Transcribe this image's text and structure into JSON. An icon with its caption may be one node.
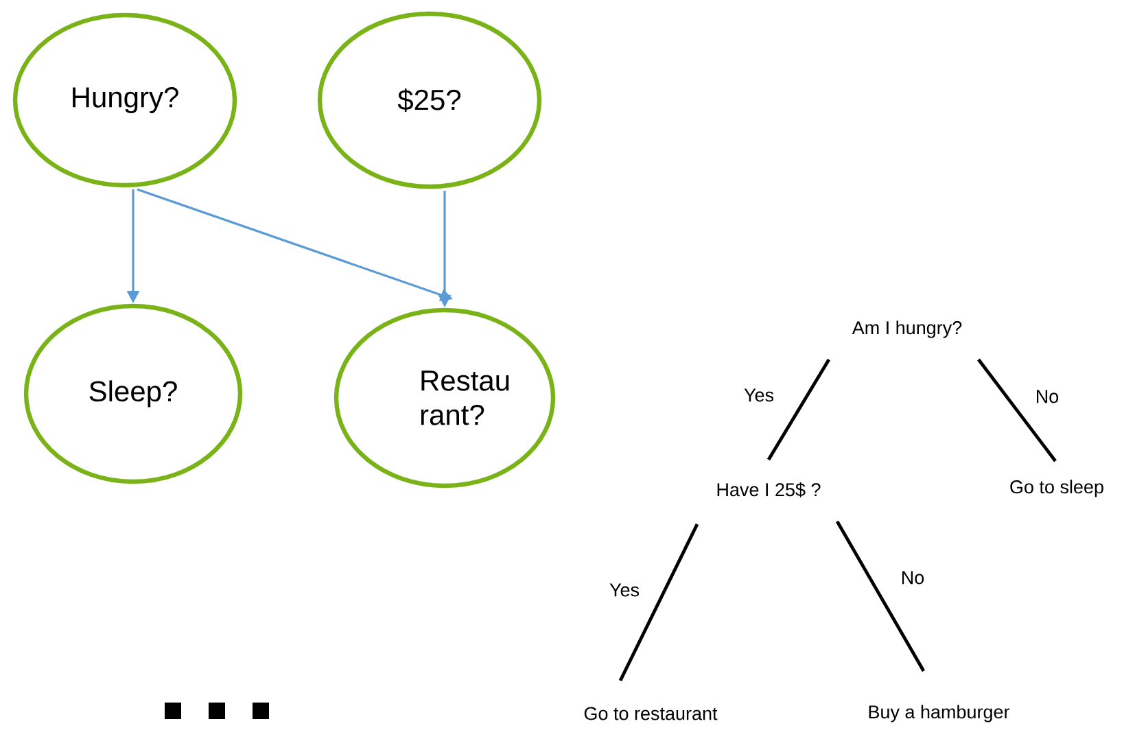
{
  "diagram": {
    "nodes": [
      {
        "text": [
          "Hungry?"
        ]
      },
      {
        "text": [
          "$25?"
        ]
      },
      {
        "text": [
          "Sleep?"
        ]
      },
      {
        "text": [
          "Restau rant?"
        ]
      },
      {
        "text": [
          "Am I hungry?"
        ]
      },
      {
        "text": [
          "Have I 25$ ?"
        ]
      },
      {
        "text": [
          "Go to sleep"
        ]
      },
      {
        "text": [
          "Go to restaurant"
        ]
      },
      {
        "text": [
          "Buy a hamburger"
        ]
      }
    ],
    "edges": [
      {
        "from": 0,
        "to": 2,
        "arrow": "to",
        "color": "#5b9bd5"
      },
      {
        "from": 0,
        "to": 3,
        "arrow": "to",
        "color": "#5b9bd5"
      },
      {
        "from": 1,
        "to": 3,
        "arrow": "to",
        "color": "#5b9bd5"
      },
      {
        "from": 4,
        "to": 5,
        "arrow": "none",
        "label": "Yes"
      },
      {
        "from": 4,
        "to": 6,
        "arrow": "none",
        "label": "No"
      },
      {
        "from": 5,
        "to": 7,
        "arrow": "none",
        "label": "Yes"
      },
      {
        "from": 5,
        "to": 8,
        "arrow": "none",
        "label": "No"
      }
    ]
  }
}
